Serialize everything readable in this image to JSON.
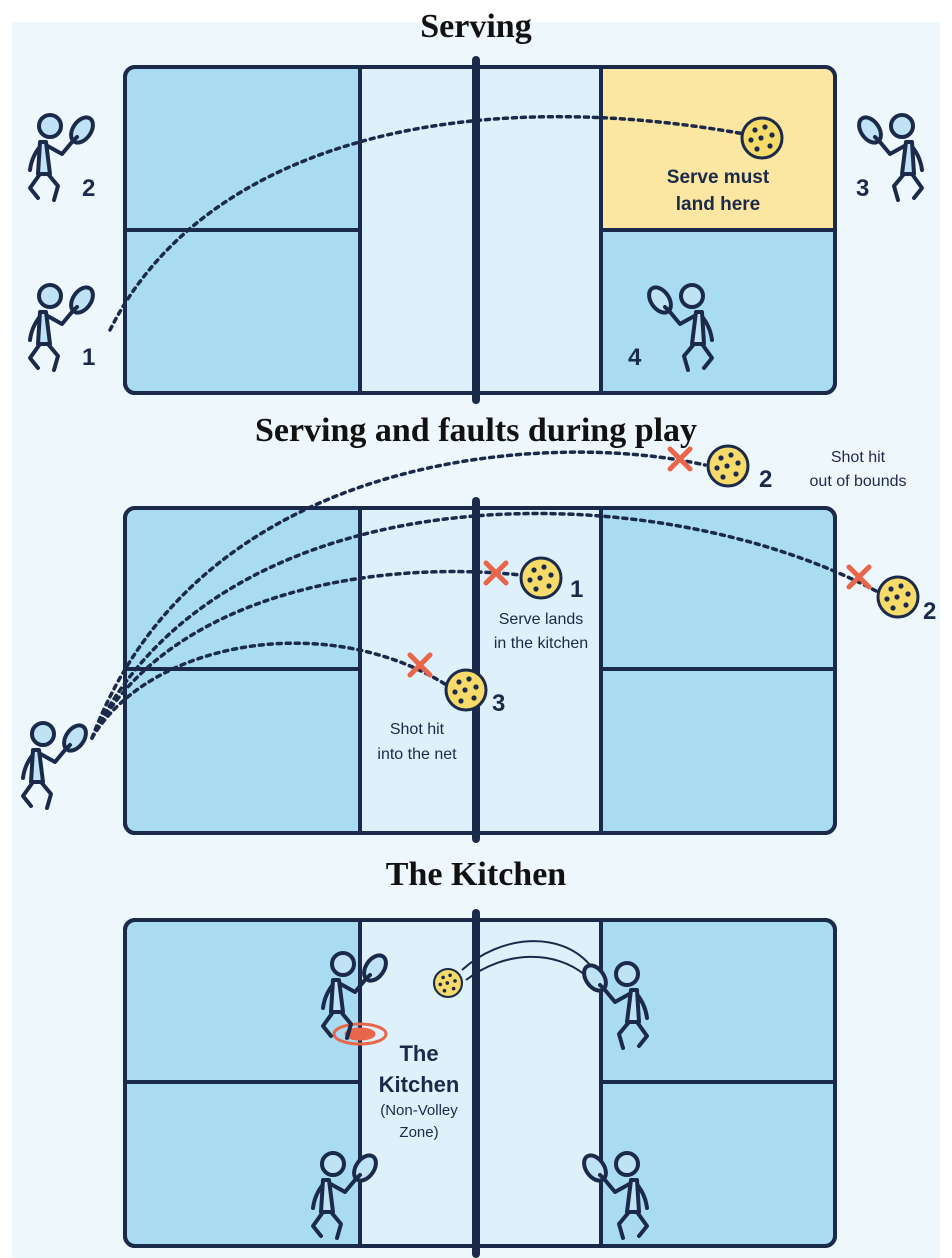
{
  "colors": {
    "court_blue": "#a9dcf2",
    "kitchen_blue": "#def0fa",
    "line_navy": "#1b2a4a",
    "serve_zone_yellow": "#fbe6a2",
    "ball_yellow": "#f6da6a",
    "fault_red": "#e8674a",
    "player_fill": "#bfe3f5"
  },
  "icons": {
    "player": "pickleball-player-icon",
    "ball": "pickleball-ball-icon",
    "fault": "fault-x-icon"
  },
  "sections": [
    {
      "title": "Serving",
      "court": {
        "serve_zone_label": [
          "Serve must",
          "land here"
        ],
        "player_numbers": [
          "2",
          "1",
          "3",
          "4"
        ]
      }
    },
    {
      "title": "Serving and faults during play",
      "court": {
        "labels": {
          "kitchen": [
            "Serve lands",
            "in the kitchen"
          ],
          "net": [
            "Shot hit",
            "into the net"
          ],
          "out": [
            "Shot hit",
            "out of bounds"
          ]
        },
        "ball_numbers": [
          "1",
          "2",
          "2",
          "3"
        ]
      }
    },
    {
      "title": "The Kitchen",
      "court": {
        "kitchen_label": [
          "The",
          "Kitchen"
        ],
        "kitchen_sublabel": [
          "(Non-Volley",
          "Zone)"
        ]
      }
    }
  ]
}
